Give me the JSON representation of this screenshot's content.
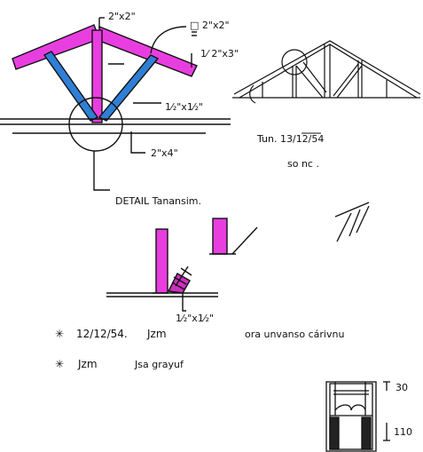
{
  "colors": {
    "ink": "#111111",
    "magenta": "#e83ee0",
    "blue": "#2f7fd6",
    "hatch": "#cc2fbf"
  },
  "labels": {
    "top_post": "2\"x2\"",
    "box_size": "□ 2\"x2\"",
    "purlin": "1⁄ 2\"x3\"",
    "brace": "1⁄₂\"x1⁄₂\"",
    "tie": "2\"x4\"",
    "detail": "DETAIL  Tanansim.",
    "date_sig": "Tun. 13/12/54",
    "sig2": "so nc .",
    "brace2": "1⁄₂\"x1⁄₂\"",
    "note1_date": "12/12/54.",
    "note1_word": "Jzm",
    "note1_rest": "ora unvanso cárivnu",
    "note2_word": "Jzm",
    "note2_rest": "Jsa grayuf",
    "dim_30": "30",
    "dim_110": "110"
  }
}
